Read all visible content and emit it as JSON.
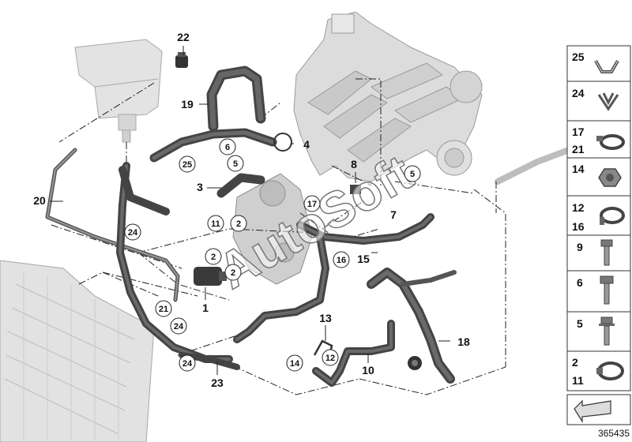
{
  "diagram": {
    "callouts": [
      {
        "id": "c22",
        "label": "22"
      },
      {
        "id": "c19",
        "label": "19"
      },
      {
        "id": "c20",
        "label": "20"
      },
      {
        "id": "c3",
        "label": "3"
      },
      {
        "id": "c4",
        "label": "4"
      },
      {
        "id": "c8",
        "label": "8"
      },
      {
        "id": "c7",
        "label": "7"
      },
      {
        "id": "c15",
        "label": "15"
      },
      {
        "id": "c1",
        "label": "1"
      },
      {
        "id": "c13",
        "label": "13"
      },
      {
        "id": "c10",
        "label": "10"
      },
      {
        "id": "c18",
        "label": "18"
      },
      {
        "id": "c23",
        "label": "23"
      }
    ],
    "circled_callouts": [
      {
        "id": "k6",
        "label": "6"
      },
      {
        "id": "k5a",
        "label": "5"
      },
      {
        "id": "k25",
        "label": "25"
      },
      {
        "id": "k5b",
        "label": "5"
      },
      {
        "id": "k17",
        "label": "17"
      },
      {
        "id": "k11a",
        "label": "11"
      },
      {
        "id": "k2a",
        "label": "2"
      },
      {
        "id": "k24a",
        "label": "24"
      },
      {
        "id": "k2b",
        "label": "2"
      },
      {
        "id": "k2c",
        "label": "2"
      },
      {
        "id": "k16",
        "label": "16"
      },
      {
        "id": "k21",
        "label": "21"
      },
      {
        "id": "k24b",
        "label": "24"
      },
      {
        "id": "k24c",
        "label": "24"
      },
      {
        "id": "k14",
        "label": "14"
      },
      {
        "id": "k12",
        "label": "12"
      }
    ]
  },
  "legend": [
    {
      "labels": [
        "25"
      ],
      "icon": "hose-clamp-clip-icon"
    },
    {
      "labels": [
        "24"
      ],
      "icon": "spring-clip-icon"
    },
    {
      "labels": [
        "17",
        "21"
      ],
      "icon": "hose-clamp-icon"
    },
    {
      "labels": [
        "14"
      ],
      "icon": "hex-nut-icon"
    },
    {
      "labels": [
        "12",
        "16"
      ],
      "icon": "hose-clip-icon"
    },
    {
      "labels": [
        "9"
      ],
      "icon": "hex-bolt-icon"
    },
    {
      "labels": [
        "6"
      ],
      "icon": "torx-bolt-icon"
    },
    {
      "labels": [
        "5"
      ],
      "icon": "collar-bolt-icon"
    },
    {
      "labels": [
        "2",
        "11"
      ],
      "icon": "clamp-band-icon"
    }
  ],
  "watermark": "AutoSoft",
  "document_id": "365435",
  "colors": {
    "background": "#ffffff",
    "hose": "#4a4a4a",
    "engine": "#d9d9d9",
    "legend_border": "#333333"
  }
}
